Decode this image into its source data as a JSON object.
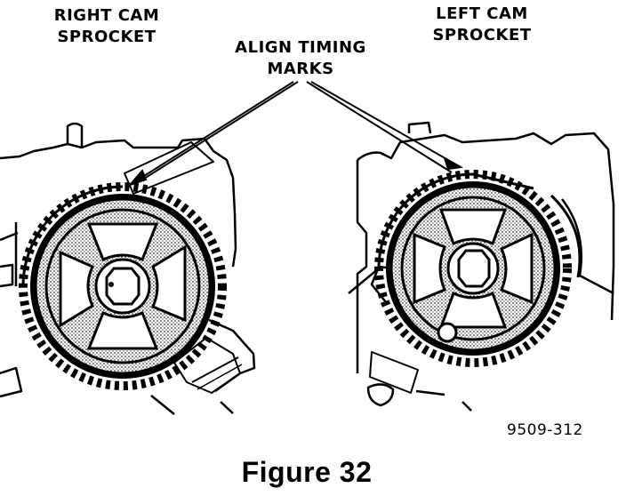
{
  "labels": {
    "right_cam": [
      "RIGHT CAM",
      "SPROCKET"
    ],
    "left_cam": [
      "LEFT CAM",
      "SPROCKET"
    ],
    "align": [
      "ALIGN TIMING",
      "MARKS"
    ],
    "code": "9509-312",
    "figure": "Figure 32"
  },
  "colors": {
    "ink": "#000000",
    "paper": "#ffffff",
    "shade": "#9a9a9a"
  }
}
